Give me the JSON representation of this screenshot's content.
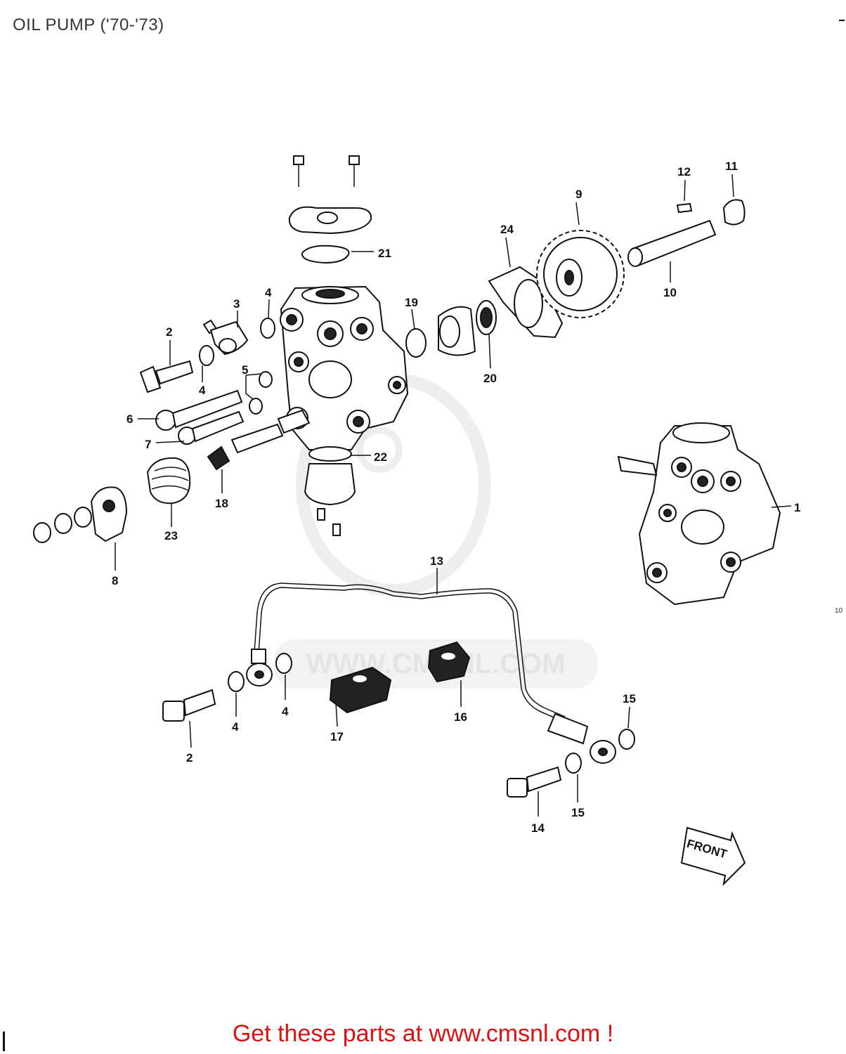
{
  "title": "OIL PUMP ('70-'73)",
  "watermark": "WWW.CMSNL.COM",
  "front_label": "FRONT",
  "side_note": "10",
  "footer_cta": "Get these parts at www.cmsnl.com !",
  "callouts": {
    "c1": "1",
    "c2a": "2",
    "c2b": "2",
    "c3": "3",
    "c4a": "4",
    "c4b": "4",
    "c4c": "4",
    "c4d": "4",
    "c5": "5",
    "c6": "6",
    "c7": "7",
    "c8": "8",
    "c9": "9",
    "c10": "10",
    "c11": "11",
    "c12": "12",
    "c13": "13",
    "c14": "14",
    "c15a": "15",
    "c15b": "15",
    "c16": "16",
    "c17": "17",
    "c18": "18",
    "c19": "19",
    "c20": "20",
    "c21": "21",
    "c22": "22",
    "c23": "23",
    "c24": "24"
  },
  "colors": {
    "cta_red": "#dd1111",
    "line": "#111111",
    "watermark": "#e6e6e6"
  }
}
